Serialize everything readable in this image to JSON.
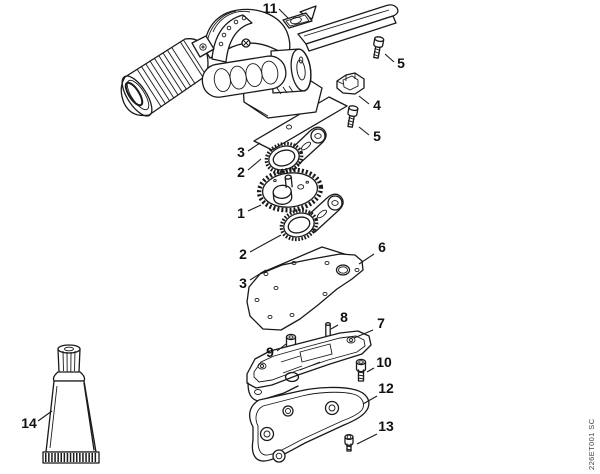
{
  "page": {
    "background": "#ffffff",
    "ink": "#1a1a1a"
  },
  "callouts": [
    {
      "label": "11"
    },
    {
      "label": "5"
    },
    {
      "label": "4"
    },
    {
      "label": "5"
    },
    {
      "label": "3"
    },
    {
      "label": "2"
    },
    {
      "label": "1"
    },
    {
      "label": "2"
    },
    {
      "label": "3"
    },
    {
      "label": "6"
    },
    {
      "label": "8"
    },
    {
      "label": "7"
    },
    {
      "label": "9"
    },
    {
      "label": "10"
    },
    {
      "label": "12"
    },
    {
      "label": "13"
    },
    {
      "label": "14"
    }
  ],
  "watermark": {
    "text": "226ET001 SC"
  }
}
